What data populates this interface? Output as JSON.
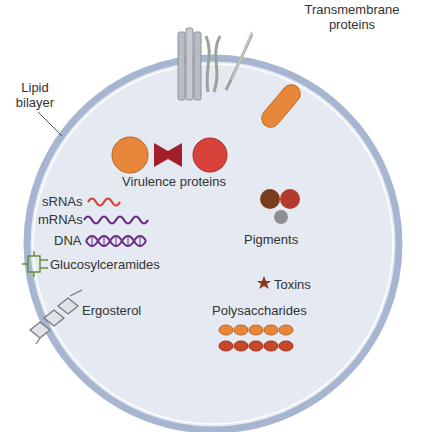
{
  "diagram": {
    "labels": [
      "Transmembrane proteins",
      "Lipid bilayer",
      "Virulence proteins",
      "sRNAs",
      "mRNAs",
      "DNA",
      "Pigments",
      "Glucosylceramides",
      "Toxins",
      "Ergosterol",
      "Polysaccharides"
    ]
  }
}
